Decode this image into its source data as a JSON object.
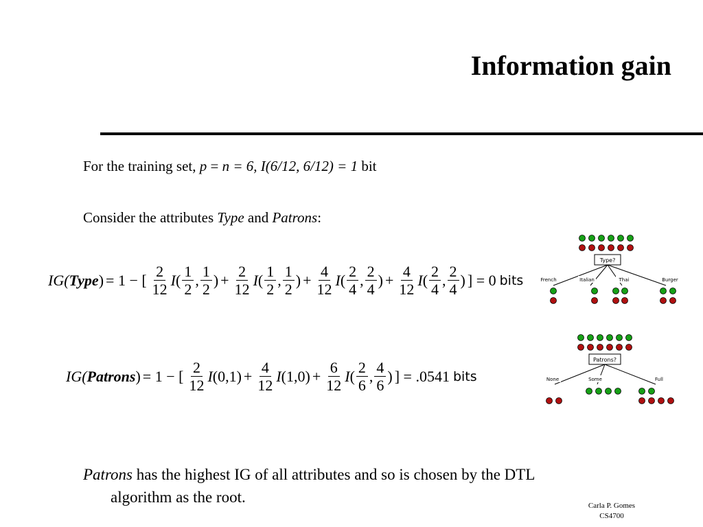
{
  "slide": {
    "title": "Information gain",
    "line1": {
      "prefix": "For the training set, ",
      "p": "p",
      "eq1": " = ",
      "n": "n",
      "rest": " = 6, I(6/12, 6/12) = 1",
      "unit": " bit"
    },
    "line2": {
      "prefix": "Consider the attributes ",
      "type": "Type",
      "and": " and ",
      "patrons": "Patrons",
      "colon": ":"
    },
    "formula_type": {
      "lhs_pre": "IG(",
      "lhs_attr": "Type",
      "lhs_post": ")",
      "eq": "= 1 − [",
      "I": "I",
      "plus": "+",
      "open": "(",
      "comma": ",",
      "close": ")",
      "end": "] = 0",
      "unit": "bits",
      "terms": [
        {
          "w": [
            "2",
            "12"
          ],
          "a": [
            "1",
            "2"
          ],
          "b": [
            "1",
            "2"
          ]
        },
        {
          "w": [
            "2",
            "12"
          ],
          "a": [
            "1",
            "2"
          ],
          "b": [
            "1",
            "2"
          ]
        },
        {
          "w": [
            "4",
            "12"
          ],
          "a": [
            "2",
            "4"
          ],
          "b": [
            "2",
            "4"
          ]
        },
        {
          "w": [
            "4",
            "12"
          ],
          "a": [
            "2",
            "4"
          ],
          "b": [
            "2",
            "4"
          ]
        }
      ]
    },
    "formula_patrons": {
      "lhs_pre": "IG(",
      "lhs_attr": "Patrons",
      "lhs_post": ")",
      "eq": "= 1 − [",
      "I": "I",
      "plus": "+",
      "t1w": [
        "2",
        "12"
      ],
      "t1arg": "(0,1)",
      "t2w": [
        "4",
        "12"
      ],
      "t2arg": "(1,0)",
      "t3w": [
        "6",
        "12"
      ],
      "t3a": [
        "2",
        "6"
      ],
      "t3b": [
        "4",
        "6"
      ],
      "open": "(",
      "comma": ",",
      "close": ")",
      "end": "] = .0541",
      "unit": "bits"
    },
    "tree_type": {
      "label": "Type?",
      "branches": [
        "French",
        "Italian",
        "Thai",
        "Burger"
      ],
      "colors": {
        "positive": "#16a016",
        "negative": "#b01010"
      }
    },
    "tree_patrons": {
      "label": "Patrons?",
      "branches": [
        "None",
        "Some",
        "Full"
      ],
      "colors": {
        "positive": "#16a016",
        "negative": "#b01010"
      }
    },
    "conclusion": {
      "patrons": "Patrons",
      "text1": " has the highest IG of all attributes and so is chosen by the DTL",
      "text2": "algorithm as the root."
    },
    "footer": {
      "author": "Carla P. Gomes",
      "course": "CS4700"
    }
  }
}
